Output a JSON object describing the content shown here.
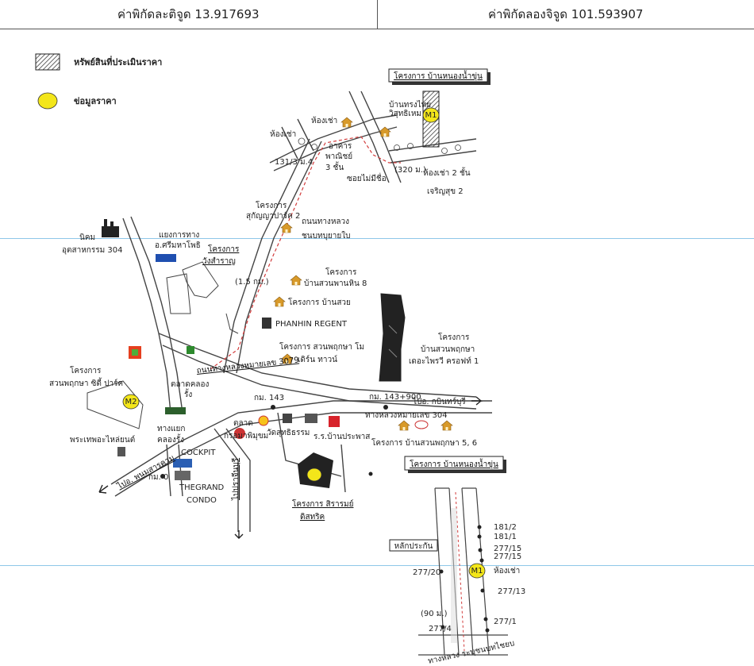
{
  "header": {
    "latitude_label": "ค่าพิกัดละติจูด 13.917693",
    "longitude_label": "ค่าพิกัดลองจิจูด 101.593907"
  },
  "legend": {
    "appraised_property": "หรัพย์สินที่ประเมินราคา",
    "price_data": "ข่อมูลราคา"
  },
  "map": {
    "project_nong_nam_khun_top": "โครงการ บ้านหนองน้ำขุ่น",
    "project_nong_nam_khun_inset": "โครงการ บ้านหนองน้ำขุ่น",
    "ban_song_thai_1": "บ้านทรงไทย",
    "ban_song_thai_2": "วิสุทธิเหม",
    "shophouse_left": "ห้องเช่า",
    "shophouse_mid": "ห้องเช่า",
    "commercial_1": "อาคาร",
    "commercial_2": "พาณิชย์",
    "commercial_3": "3 ชั้น",
    "address_131": "131/3 ม.4",
    "soi_mai_mi_chue": "ซอยไม่มีชื่อ",
    "dist_320": "(320 ม.)",
    "rental_2floor_1": "ห้องเช่า 2 ชั้น",
    "rental_2floor_2": "เจริญสุข 2",
    "proj_sukanya_1": "โครงการ",
    "proj_sukanya_2": "สุกัญญาปาร์ค 2",
    "road_highway_1": "ถนนทางหลวง",
    "road_highway_2": "ชนบทบุยายใบ",
    "industrial_1": "นิคม",
    "industrial_2": "อุตสาหกรรม 304",
    "intersection_1": "แยงการทาง",
    "intersection_2": "อ.ศรีมหาโพธิ",
    "proj_wang_1": "โครงการ",
    "proj_wang_2": "วังสำราญ",
    "dist_15km": "(1.5 กม.)",
    "proj_suan_phan_1": "โครงการ",
    "proj_suan_phan_2": "บ้านสวนพานหิน 8",
    "proj_ban_suay": "โครงการ บ้านสวย",
    "phanhin_regent": "PHANHIN REGENT",
    "proj_suan_pruksa_modern_1": "โครงการ สวนพฤกษา โม",
    "proj_suan_pruksa_modern_2": "เดิร์น ทาวน์",
    "proj_deprive_1": "โครงการ",
    "proj_deprive_2": "บ้านสวนพฤกษา",
    "proj_deprive_3": "เดอะไพรวี ครอฟท์ 1",
    "highway_3079": "ถนนทางหลวงหมายเลข 3079",
    "proj_city_park_1": "โครงการ",
    "proj_city_park_2": "สวนพฤกษา ซิตี้ ปาร์ค",
    "market_1": "ตลาดคลอง",
    "market_2": "รั้ง",
    "km_143": "กม. 143",
    "km_143_900": "กม. 143+900",
    "to_kabin": "ไปอ. กบินทร์บุรี",
    "highway_304": "ทางหลวงหมายเลข 304",
    "junction_1": "ทางแยก",
    "junction_2": "คลองรั้ง",
    "phra_thep": "พระเทพอะไหล่ยนต์",
    "market_short": "ตลาด",
    "cockpit": "COCKPIT",
    "wat_name": "วัดสุทธิธรรม",
    "krongthai": "กรอมาพิมุขม",
    "prachasan": "ร.ร.บ้านประพาส",
    "proj_suan_56": "โครงการ บ้านสวนพฤกษา 5, 6",
    "to_phanom_sarakham": "ไปอ. พนมสารคาม",
    "km_0": "กม. 0",
    "grand_condo_1": "THEGRAND",
    "grand_condo_2": "CONDO",
    "to_prachinburi": "ไปปราจีนบุรี",
    "proj_siram_1": "โครงการ สิรารมย์",
    "proj_siram_2": "ดิสทริค",
    "marker": "M1",
    "marker_m2": "M2",
    "inset_landmark": "หลักประกัน",
    "inset_181_2": "181/2",
    "inset_181_1": "181/1",
    "inset_277_15": "277/15",
    "inset_277_16": "277/15",
    "inset_rental": "ห้องเช่า",
    "inset_277_20": "277/20",
    "inset_277_13": "277/13",
    "inset_90m": "(90 ม.)",
    "inset_277_1": "277/1",
    "inset_277_4": "277/4",
    "inset_road_bottom": "ทางหลวง ระบุชนบทไชยบ"
  },
  "colors": {
    "route_dash": "#d23b3b",
    "marker_fill": "#f3e61a",
    "house_icon": "#d89a2a",
    "road": "#444444",
    "blue_line": "#8ec7e8"
  }
}
